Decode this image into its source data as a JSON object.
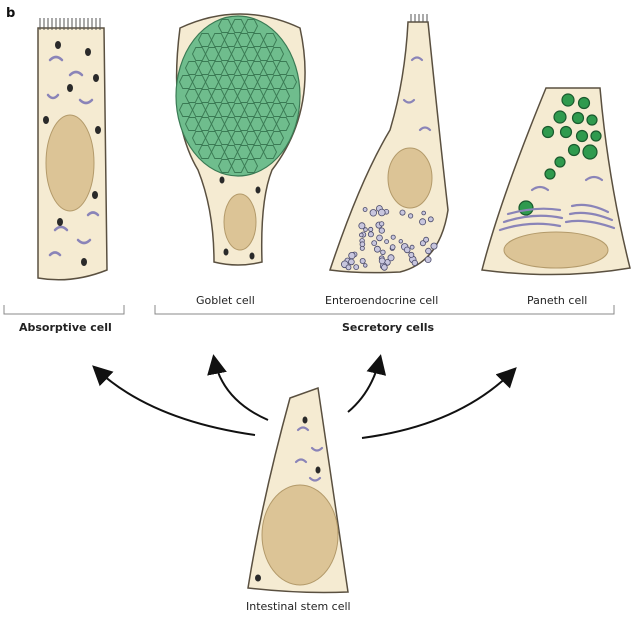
{
  "panel_label": "b",
  "labels": {
    "absorptive": "Absorptive cell",
    "goblet": "Goblet cell",
    "enteroendocrine": "Enteroendocrine cell",
    "paneth": "Paneth cell",
    "secretory": "Secretory cells",
    "stem": "Intestinal stem cell"
  },
  "colors": {
    "cytoplasm": "#f5ebd2",
    "outline": "#5a5040",
    "nucleus": "#dcc496",
    "granule_green": "#6fbd8d",
    "granule_dark_green": "#2f9a4e",
    "organelle": "#8a84b8",
    "dot": "#2a2a2a"
  }
}
